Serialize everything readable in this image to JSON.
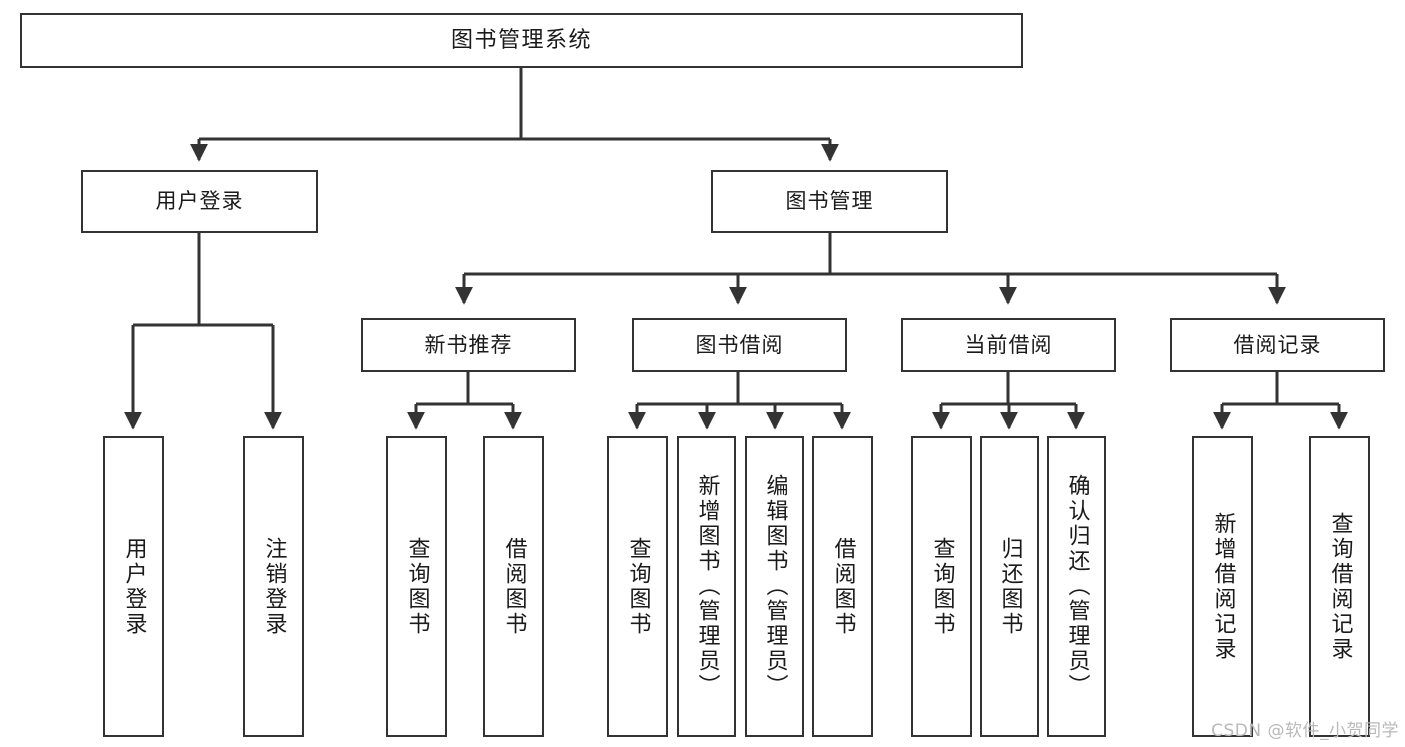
{
  "diagram": {
    "type": "tree",
    "title": "图书管理系统",
    "root": {
      "label": "图书管理系统"
    },
    "level2": [
      {
        "label": "用户登录"
      },
      {
        "label": "图书管理"
      }
    ],
    "level3": [
      {
        "label": "新书推荐"
      },
      {
        "label": "图书借阅"
      },
      {
        "label": "当前借阅"
      },
      {
        "label": "借阅记录"
      }
    ],
    "leaves": {
      "user_login": [
        {
          "label": "用户登录"
        },
        {
          "label": "注销登录"
        }
      ],
      "new_book_recommend": [
        {
          "label": "查询图书"
        },
        {
          "label": "借阅图书"
        }
      ],
      "book_borrow": [
        {
          "label": "查询图书"
        },
        {
          "label": "新增图书（管理员）"
        },
        {
          "label": "编辑图书（管理员）"
        },
        {
          "label": "借阅图书"
        }
      ],
      "current_borrow": [
        {
          "label": "查询图书"
        },
        {
          "label": "归还图书"
        },
        {
          "label": "确认归还（管理员）"
        }
      ],
      "borrow_record": [
        {
          "label": "新增借阅记录"
        },
        {
          "label": "查询借阅记录"
        }
      ]
    }
  },
  "watermark": {
    "text": "CSDN @软件_小贺同学"
  },
  "colors": {
    "stroke": "#333333",
    "box_fill": "#ffffff",
    "text": "#1a1a1a",
    "watermark": "#b9b9b9",
    "background": "#ffffff"
  }
}
